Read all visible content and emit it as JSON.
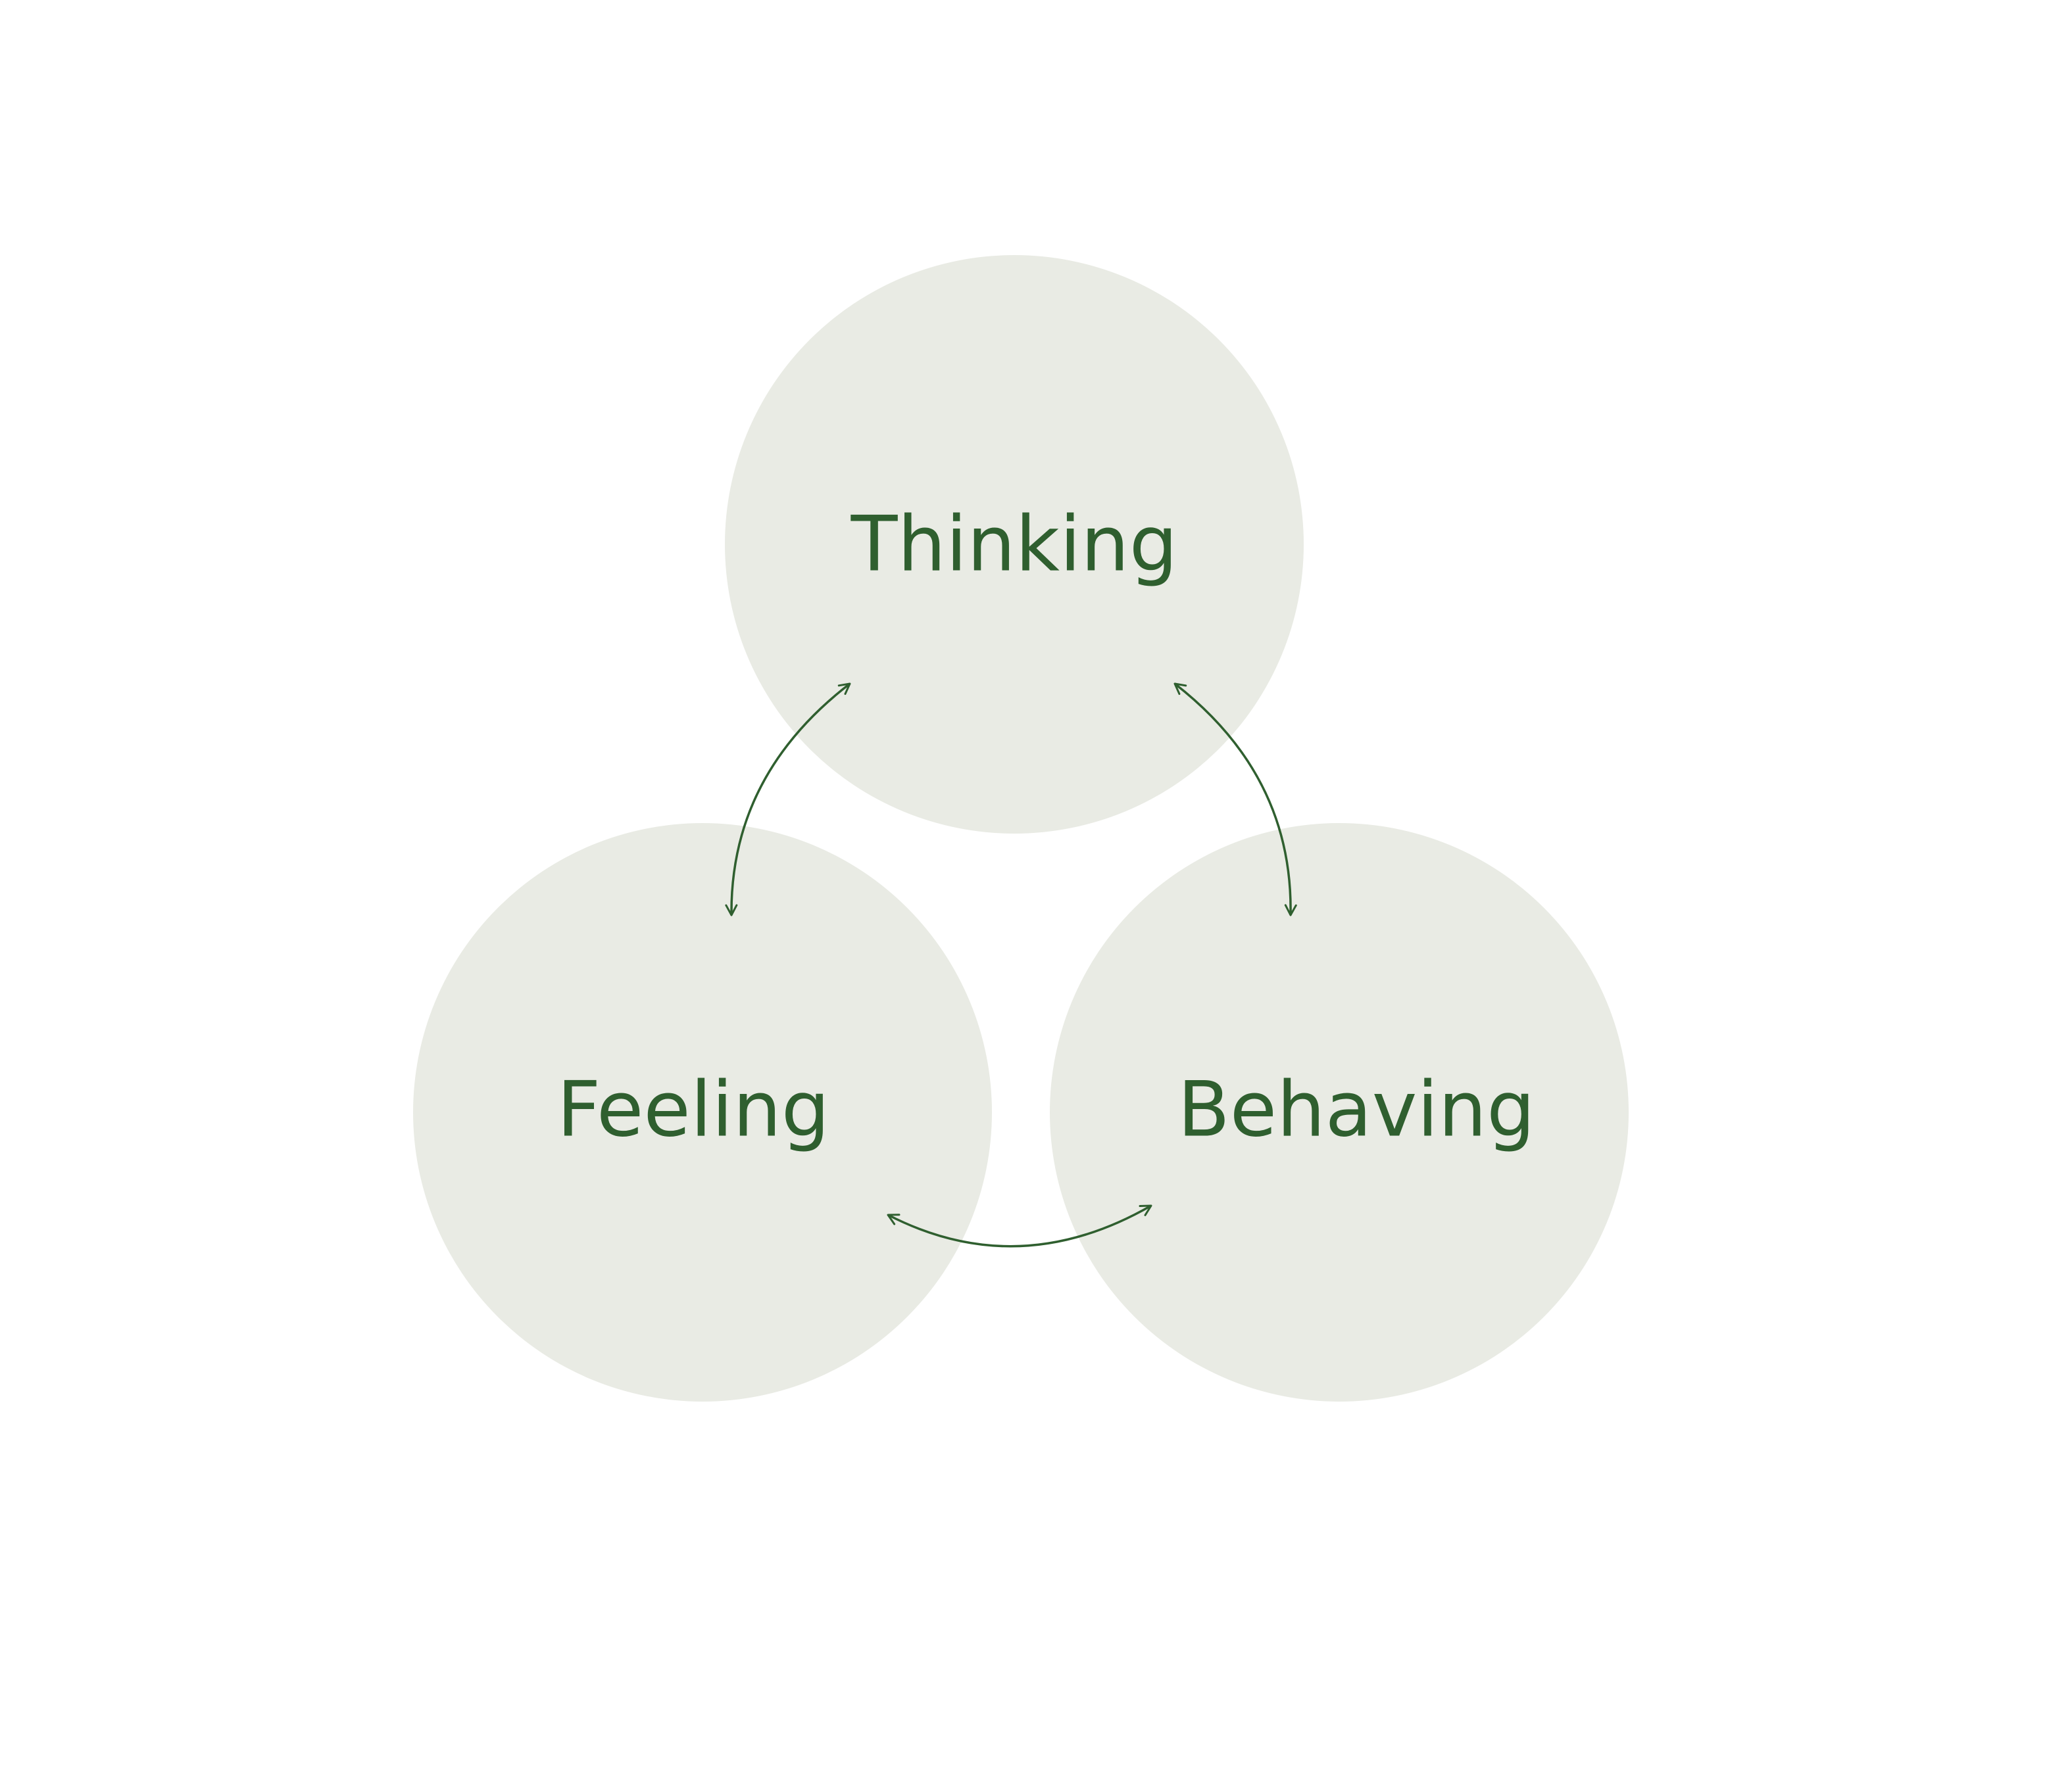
{
  "nodes": [
    {
      "id": "thinking",
      "label": "Thinking"
    },
    {
      "id": "feeling",
      "label": "Feeling"
    },
    {
      "id": "behaving",
      "label": "Behaving"
    }
  ],
  "edges": [
    {
      "from": "thinking",
      "to": "feeling",
      "direction": "both"
    },
    {
      "from": "thinking",
      "to": "behaving",
      "direction": "both"
    },
    {
      "from": "feeling",
      "to": "behaving",
      "direction": "both"
    }
  ],
  "colors": {
    "background": "#ffffff",
    "circle_fill": "#e9ebe4",
    "text": "#2f5f2f",
    "arrow": "#2f5f2f"
  }
}
